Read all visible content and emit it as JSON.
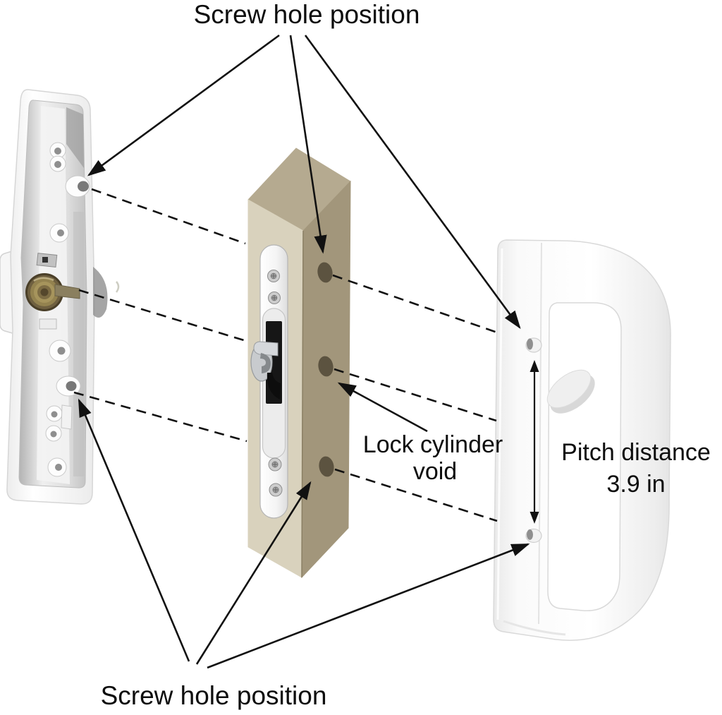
{
  "diagram": {
    "annotations": {
      "screw_hole_top": {
        "text": "Screw hole position"
      },
      "screw_hole_bottom": {
        "text": "Screw hole position"
      },
      "lock_cylinder_void": {
        "line1": "Lock cylinder",
        "line2": "void"
      },
      "pitch_distance": {
        "line1": "Pitch distance",
        "line2": "3.9 in"
      }
    },
    "parts": {
      "interior_handle": "interior-handle-back-view",
      "door_block": "door-stile-cross-section",
      "mortise_lock": "mortise-lock-faceplate",
      "exterior_handle": "exterior-pull-handle"
    },
    "colors": {
      "line": "#111111",
      "block_front": "#d9d2bd",
      "block_top": "#b5aa90",
      "block_side": "#a2967b",
      "drill_hole": "#5c5340",
      "faceplate_void": "#161616",
      "handle_white": "#f7f7f7",
      "brass_cylinder": "#93824f"
    }
  }
}
